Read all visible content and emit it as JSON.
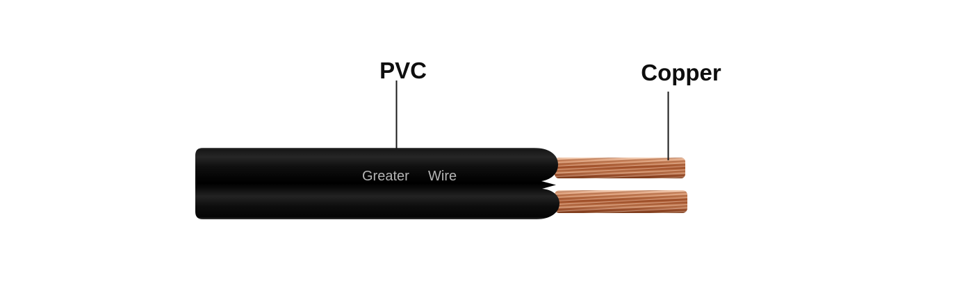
{
  "diagram": {
    "background_color": "#ffffff",
    "labels": {
      "pvc": {
        "text": "PVC"
      },
      "copper": {
        "text": "Copper"
      }
    },
    "leader_line_color": "#1a1a1a",
    "cable": {
      "print_word_1": "Greater",
      "print_word_2": "Wire",
      "print_color": "#b4b4b4",
      "jacket_color": "#0b0b0b",
      "copper_highlight": "#eec3a8",
      "copper_base": "#c97e58",
      "copper_shadow": "#8f4a28"
    }
  }
}
